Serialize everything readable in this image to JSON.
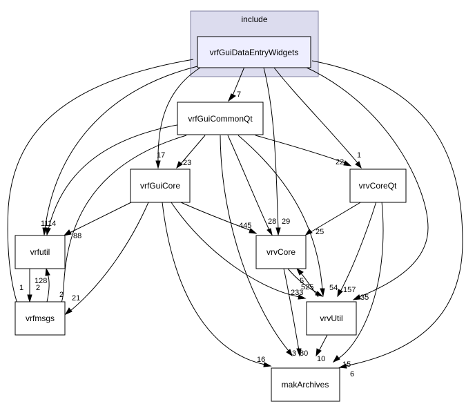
{
  "cluster": {
    "label": "include",
    "fill": "#dcdcee",
    "stroke": "#8080a0"
  },
  "nodes": {
    "vrfGuiDataEntryWidgets": {
      "label": "vrfGuiDataEntryWidgets",
      "fill": "#eeeeff"
    },
    "vrfGuiCommonQt": {
      "label": "vrfGuiCommonQt"
    },
    "vrfGuiCore": {
      "label": "vrfGuiCore"
    },
    "vrvCoreQt": {
      "label": "vrvCoreQt"
    },
    "vrfutil": {
      "label": "vrfutil"
    },
    "vrvCore": {
      "label": "vrvCore"
    },
    "vrfmsgs": {
      "label": "vrfmsgs"
    },
    "vrvUtil": {
      "label": "vrvUtil"
    },
    "makArchives": {
      "label": "makArchives"
    }
  },
  "edges": [
    {
      "id": "dew-commonqt",
      "from": "vrfGuiDataEntryWidgets",
      "to": "vrfGuiCommonQt",
      "label": "7"
    },
    {
      "id": "dew-guicore",
      "from": "vrfGuiDataEntryWidgets",
      "to": "vrfGuiCore",
      "label": "17"
    },
    {
      "id": "dew-vrvcoreqt",
      "from": "vrfGuiDataEntryWidgets",
      "to": "vrvCoreQt",
      "label": "1"
    },
    {
      "id": "dew-vrfutil",
      "from": "vrfGuiDataEntryWidgets",
      "to": "vrfutil",
      "label": "11"
    },
    {
      "id": "dew-vrfmsgs",
      "from": "vrfGuiDataEntryWidgets",
      "to": "vrfmsgs",
      "label": "1"
    },
    {
      "id": "dew-vrvcore",
      "from": "vrfGuiDataEntryWidgets",
      "to": "vrvCore",
      "label": "29"
    },
    {
      "id": "dew-vrvutil",
      "from": "vrfGuiDataEntryWidgets",
      "to": "vrvUtil",
      "label": "35"
    },
    {
      "id": "dew-mak",
      "from": "vrfGuiDataEntryWidgets",
      "to": "makArchives",
      "label": "6"
    },
    {
      "id": "commonqt-guicore",
      "from": "vrfGuiCommonQt",
      "to": "vrfGuiCore",
      "label": "23"
    },
    {
      "id": "commonqt-vrvcoreqt",
      "from": "vrfGuiCommonQt",
      "to": "vrvCoreQt",
      "label": "22"
    },
    {
      "id": "commonqt-vrfutil",
      "from": "vrfGuiCommonQt",
      "to": "vrfutil",
      "label": "14"
    },
    {
      "id": "commonqt-vrfmsgs",
      "from": "vrfGuiCommonQt",
      "to": "vrfmsgs",
      "label": "2"
    },
    {
      "id": "commonqt-vrvcore",
      "from": "vrfGuiCommonQt",
      "to": "vrvCore",
      "label": "28"
    },
    {
      "id": "commonqt-vrvutil",
      "from": "vrfGuiCommonQt",
      "to": "vrvUtil",
      "label": "54"
    },
    {
      "id": "commonqt-mak",
      "from": "vrfGuiCommonQt",
      "to": "makArchives",
      "label": "3"
    },
    {
      "id": "guicore-vrfutil",
      "from": "vrfGuiCore",
      "to": "vrfutil",
      "label": "88"
    },
    {
      "id": "guicore-vrfmsgs",
      "from": "vrfGuiCore",
      "to": "vrfmsgs",
      "label": "21"
    },
    {
      "id": "guicore-vrvcore",
      "from": "vrfGuiCore",
      "to": "vrvCore",
      "label": "445"
    },
    {
      "id": "guicore-vrvutil",
      "from": "vrfGuiCore",
      "to": "vrvUtil",
      "label": "233"
    },
    {
      "id": "guicore-mak",
      "from": "vrfGuiCore",
      "to": "makArchives",
      "label": "16"
    },
    {
      "id": "vrvcoreqt-vrvcore",
      "from": "vrvCoreQt",
      "to": "vrvCore",
      "label": "25"
    },
    {
      "id": "vrvcoreqt-vrvutil",
      "from": "vrvCoreQt",
      "to": "vrvUtil",
      "label": "157"
    },
    {
      "id": "vrvcoreqt-mak",
      "from": "vrvCoreQt",
      "to": "makArchives",
      "label": "15"
    },
    {
      "id": "vrfutil-vrfmsgs",
      "from": "vrfutil",
      "to": "vrfmsgs",
      "label": "2"
    },
    {
      "id": "vrfmsgs-vrfutil",
      "from": "vrfmsgs",
      "to": "vrfutil",
      "label": "128"
    },
    {
      "id": "vrvcore-vrvutil",
      "from": "vrvCore",
      "to": "vrvUtil",
      "label": "525"
    },
    {
      "id": "vrvutil-vrvcore",
      "from": "vrvUtil",
      "to": "vrvCore",
      "label": "5"
    },
    {
      "id": "vrvcore-mak",
      "from": "vrvCore",
      "to": "makArchives",
      "label": "80"
    },
    {
      "id": "vrvutil-mak",
      "from": "vrvUtil",
      "to": "makArchives",
      "label": "10"
    }
  ]
}
